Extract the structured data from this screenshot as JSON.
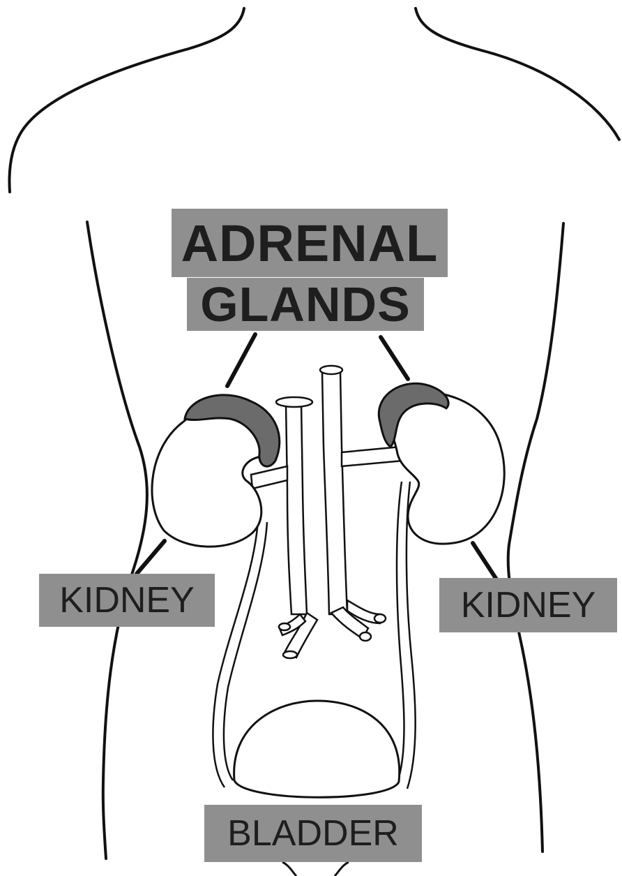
{
  "labels": {
    "adrenal_line1": "ADRENAL",
    "adrenal_line2": "GLANDS",
    "kidney_left": "KIDNEY",
    "kidney_right": "KIDNEY",
    "bladder": "BLADDER"
  },
  "colors": {
    "label_background": "#8f8f8f",
    "label_text": "#1e1e1e",
    "outline": "#111111",
    "organ_fill": "#ffffff"
  }
}
